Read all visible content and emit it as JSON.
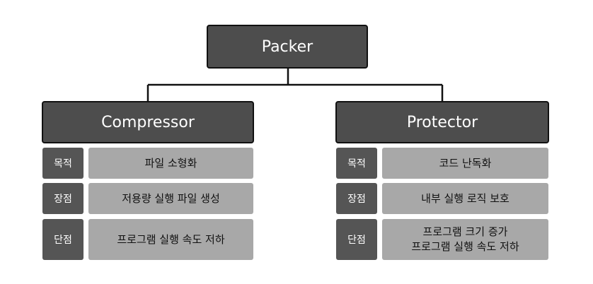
{
  "root": {
    "label": "Packer"
  },
  "left": {
    "title": "Compressor",
    "rows": [
      {
        "key": "목적",
        "value": "파일 소형화"
      },
      {
        "key": "장점",
        "value": "저용량 실행 파일 생성"
      },
      {
        "key": "단점",
        "value": "프로그램 실행 속도 저하"
      }
    ]
  },
  "right": {
    "title": "Protector",
    "rows": [
      {
        "key": "목적",
        "value": "코드 난독화"
      },
      {
        "key": "장점",
        "value": "내부 실행 로직 보호"
      },
      {
        "key": "단점",
        "value": "프로그램 크기 증가\n프로그램 실행 속도 저하"
      }
    ]
  },
  "colors": {
    "node": "#4d4d4d",
    "tag": "#555555",
    "value": "#a8a8a8",
    "line": "#111111"
  }
}
